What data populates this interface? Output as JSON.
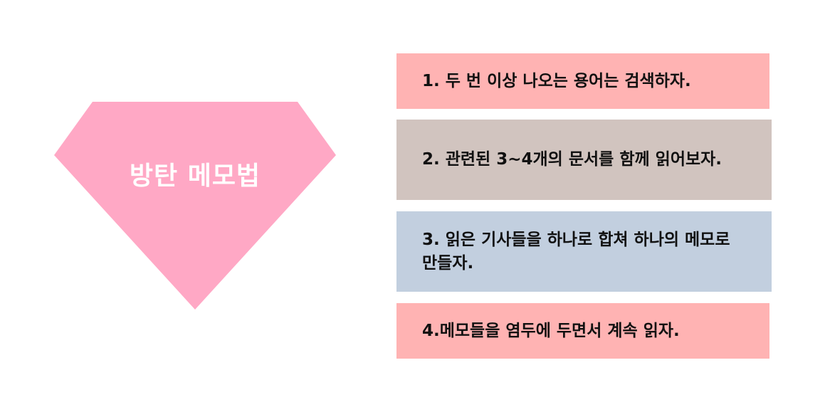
{
  "diagram": {
    "title": "방탄 메모법",
    "tips": [
      {
        "text": "1. 두 번 이상 나오는 용어는 검색하자."
      },
      {
        "text": "2. 관련된 3~4개의 문서를 함께 읽어보자."
      },
      {
        "text": "3. 읽은 기사들을 하나로 합쳐 하나의 메모로 만들자."
      },
      {
        "text": "4.메모들을 염두에 두면서 계속 읽자."
      }
    ]
  },
  "colors": {
    "diamond": "#ffa8c5",
    "tip_pink": "#ffb3b3",
    "tip_beige": "#d1c4bf",
    "tip_blue": "#c2cfdf"
  }
}
